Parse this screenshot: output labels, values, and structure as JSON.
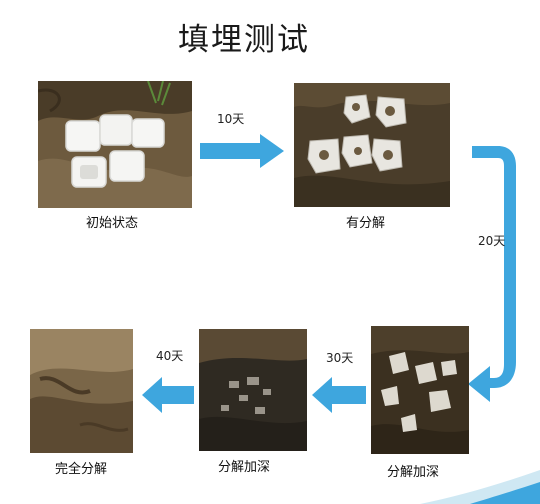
{
  "title": "填埋测试",
  "stages": [
    {
      "caption": "初始状态",
      "image": "soil-with-five-white-foam-containers"
    },
    {
      "caption": "有分解",
      "image": "soil-with-partially-degraded-containers"
    },
    {
      "caption": "分解加深",
      "image": "soil-with-fragmented-container-pieces"
    },
    {
      "caption": "分解加深",
      "image": "dark-soil-with-small-fragments"
    },
    {
      "caption": "完全分解",
      "image": "bare-soil-no-containers"
    }
  ],
  "intervals": [
    {
      "label": "10天",
      "icon": "arrow-right-icon"
    },
    {
      "label": "20天",
      "icon": "arrow-bend-down-left-icon"
    },
    {
      "label": "30天",
      "icon": "arrow-left-icon"
    },
    {
      "label": "40天",
      "icon": "arrow-left-icon"
    }
  ],
  "colors": {
    "arrow": "#3ea6de",
    "soil_dark": "#3b3020",
    "soil_light": "#8a7558",
    "foam": "#f4f4f2"
  }
}
